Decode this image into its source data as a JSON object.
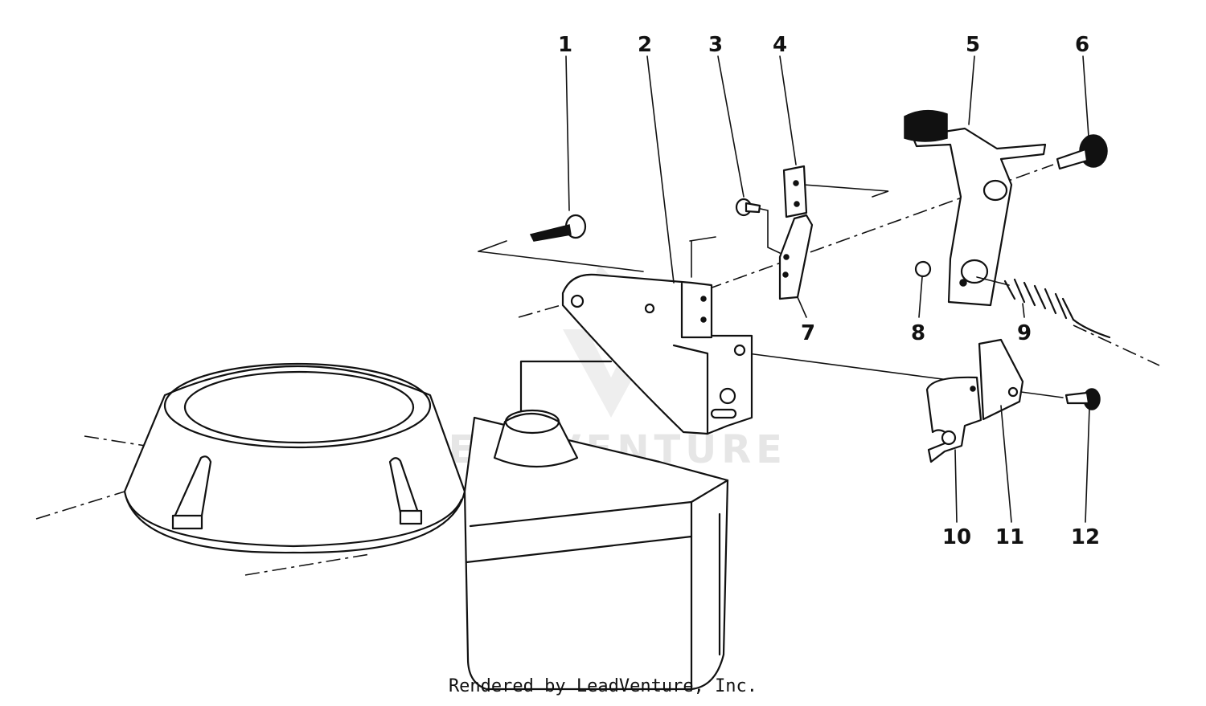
{
  "callouts": [
    "1",
    "2",
    "3",
    "4",
    "5",
    "6",
    "7",
    "8",
    "9",
    "10",
    "11",
    "12"
  ],
  "watermark": "LEADVENTURE",
  "credit": "Rendered by LeadVenture, Inc.",
  "colors": {
    "ink": "#111111",
    "watermark": "#e6e6e6",
    "background": "#ffffff"
  }
}
